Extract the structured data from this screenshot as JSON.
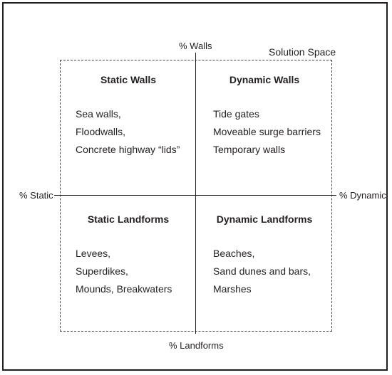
{
  "axes": {
    "top": "% Walls",
    "bottom": "% Landforms",
    "left": "% Static",
    "right": "% Dynamic"
  },
  "solution_space_label": "Solution Space",
  "quadrants": {
    "static_walls": {
      "title": "Static Walls",
      "items": [
        "Sea walls,",
        "Floodwalls,",
        "Concrete highway “lids”"
      ]
    },
    "dynamic_walls": {
      "title": "Dynamic Walls",
      "items": [
        "Tide gates",
        "Moveable surge barriers",
        "Temporary walls"
      ]
    },
    "static_landforms": {
      "title": "Static Landforms",
      "items": [
        "Levees,",
        "Superdikes,",
        "Mounds, Breakwaters"
      ]
    },
    "dynamic_landforms": {
      "title": "Dynamic Landforms",
      "items": [
        "Beaches,",
        "Sand dunes and bars,",
        "Marshes"
      ]
    }
  }
}
